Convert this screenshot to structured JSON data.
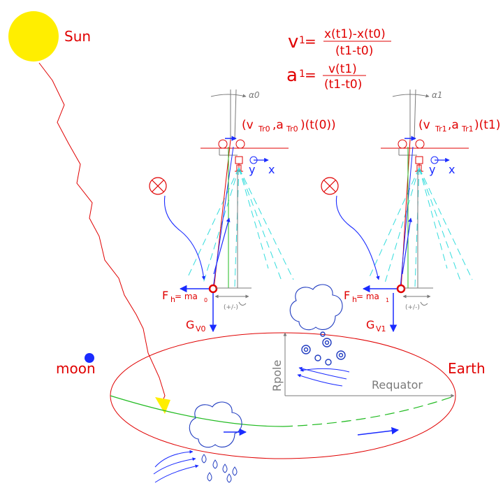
{
  "labels": {
    "sun": "Sun",
    "moon": "moon",
    "earth": "Earth",
    "rpole": "Rpole",
    "requator": "Requator"
  },
  "formulas": {
    "v_lhs": "v",
    "v_sup": "1",
    "v_eq": " =",
    "v_num": "x(t1)-x(t0)",
    "v_den": "(t1-t0)",
    "a_lhs": "a",
    "a_sup": "1",
    "a_eq": " =",
    "a_num": "v(t1)",
    "a_den": "(t1-t0)"
  },
  "left_pendulum": {
    "state_open": "(v",
    "state_vsub": "Tr0",
    "state_comma": ",a",
    "state_asub": "Tr0",
    "state_close": ")(t(0))",
    "angle_label": "α0",
    "force_label": "F",
    "force_sub": "h",
    "force_eq": " = ma",
    "force_eqsub": "0",
    "gravity_label": "G",
    "gravity_sub": "V0",
    "axis_y": "y",
    "axis_x": "x",
    "offset_label": "(+/-)"
  },
  "right_pendulum": {
    "state_open": "(v",
    "state_vsub": "Tr1",
    "state_comma": ",a",
    "state_asub": "Tr1",
    "state_close": ")(t1)",
    "angle_label": "α1",
    "force_label": "F",
    "force_sub": "h",
    "force_eq": " = ma",
    "force_eqsub": "1",
    "gravity_label": "G",
    "gravity_sub": "V1",
    "axis_y": "y",
    "axis_x": "x",
    "offset_label": "(+/-)"
  },
  "colors": {
    "sun": "#ffee00",
    "red": "#e00000",
    "blue": "#1a2bff",
    "cyan": "#33dddd",
    "green": "#22bb22",
    "grey": "#7a7a7a",
    "navy": "#1f3bc0"
  }
}
